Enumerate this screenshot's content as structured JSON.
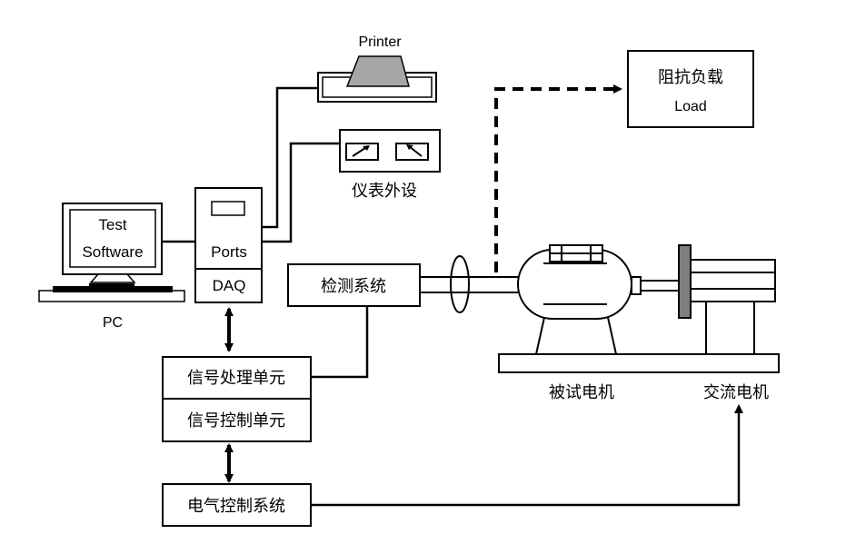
{
  "labels": {
    "printer": "Printer",
    "load_cn": "阻抗负载",
    "load_en": "Load",
    "meters": "仪表外设",
    "test_line1": "Test",
    "test_line2": "Software",
    "ports": "Ports",
    "daq": "DAQ",
    "pc": "PC",
    "detect": "检测系统",
    "signal_proc": "信号处理单元",
    "signal_ctrl": "信号控制单元",
    "elec_ctrl": "电气控制系统",
    "motor_test": "被试电机",
    "motor_ac": "交流电机"
  },
  "colors": {
    "line": "#000000",
    "gray_fill": "#a6a6a6",
    "brake_fill": "#7f7f7f",
    "background": "#ffffff"
  },
  "icons": [
    "pc-monitor-icon",
    "printer-icon",
    "meter-icon",
    "motor-icon",
    "current-sensor-icon",
    "arrow-icon"
  ]
}
